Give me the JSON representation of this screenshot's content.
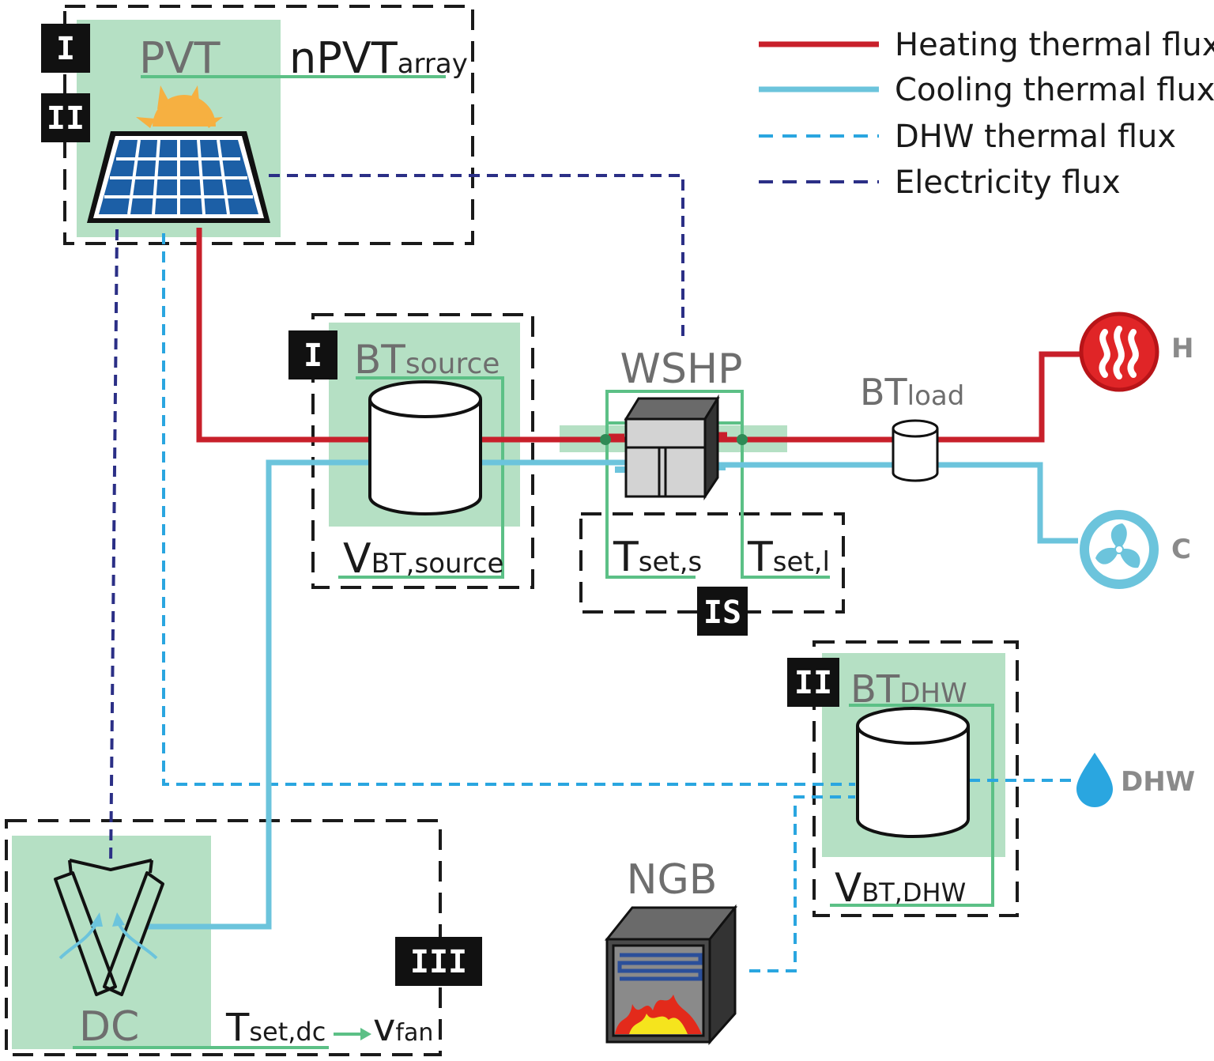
{
  "legend": {
    "heating": "Heating thermal flux",
    "cooling": "Cooling thermal flux",
    "dhw": "DHW thermal flux",
    "electricity": "Electricity flux"
  },
  "colors": {
    "heating": "#c8202b",
    "cooling": "#6cc4dc",
    "dhw": "#2aa6e0",
    "electricity": "#2b2f86",
    "green_panel": "#b5e0c4",
    "green_line": "#5cc086"
  },
  "labels": {
    "pvt": "PVT",
    "npvt_main": "nPVT",
    "npvt_sub": "array",
    "bt_source_main": "BT",
    "bt_source_sub": "source",
    "v_bt_source_main": "V",
    "v_bt_source_sub": "BT,source",
    "wshp": "WSHP",
    "tset_s_main": "T",
    "tset_s_sub": "set,s",
    "tset_l_main": "T",
    "tset_l_sub": "set,l",
    "bt_load_main": "BT",
    "bt_load_sub": "load",
    "bt_dhw_main": "BT",
    "bt_dhw_sub": "DHW",
    "v_bt_dhw_main": "V",
    "v_bt_dhw_sub": "BT,DHW",
    "ngb": "NGB",
    "dc": "DC",
    "tset_dc_main": "T",
    "tset_dc_sub": "set,dc",
    "vfan_main": "v",
    "vfan_sub": "fan"
  },
  "badges": {
    "pvt_1": "I",
    "pvt_2": "II",
    "bt_source": "I",
    "wshp": "IS",
    "bt_dhw": "II",
    "dc": "III"
  },
  "sinks": {
    "heating": "H",
    "cooling": "C",
    "dhw": "DHW"
  },
  "icons": {
    "sun": "sun-icon",
    "solar_panel": "solar-panel-icon",
    "tank": "tank-icon",
    "heat_pump": "heat-pump-icon",
    "radiator": "heating-icon",
    "fan": "fan-icon",
    "water_drop": "water-drop-icon",
    "boiler": "boiler-icon",
    "dry_cooler": "dry-cooler-icon"
  }
}
